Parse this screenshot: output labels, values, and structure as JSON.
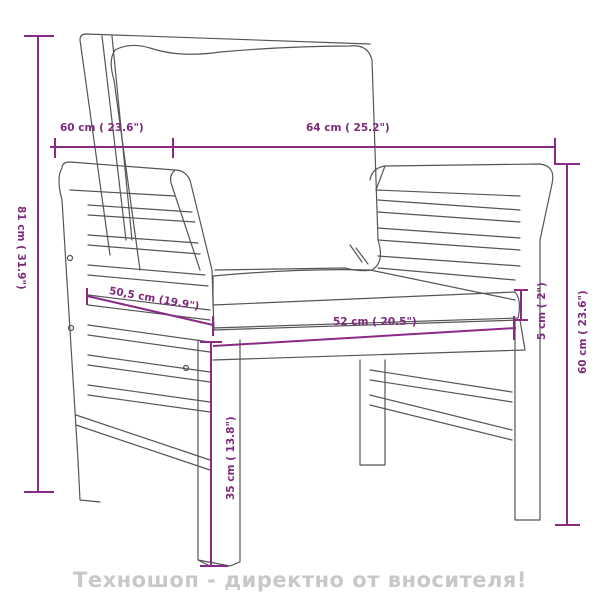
{
  "diagram": {
    "subject": "Garden armchair with cushions — dimensions drawing",
    "colors": {
      "dimension_line": "#8a2a86",
      "outline": "#555555",
      "watermark": "#c8c8c8",
      "background": "#ffffff"
    },
    "dimensions": {
      "depth_total": "60 cm ( 23.6\")",
      "width_total": "64 cm ( 25.2\")",
      "height_total": "81 cm ( 31.9\")",
      "seat_depth": "50,5 cm (19.9\")",
      "seat_width": "52 cm ( 20.5\")",
      "cushion_thickness": "5 cm ( 2\")",
      "armrest_height": "60 cm ( 23.6\")",
      "seat_height": "35 cm ( 13.8\")"
    },
    "parts": [
      "backrest frame",
      "back cushion",
      "seat cushion",
      "left armrest",
      "right armrest",
      "side slats",
      "legs"
    ]
  },
  "watermark": {
    "text": "Техношоп - директно от вносителя!"
  }
}
